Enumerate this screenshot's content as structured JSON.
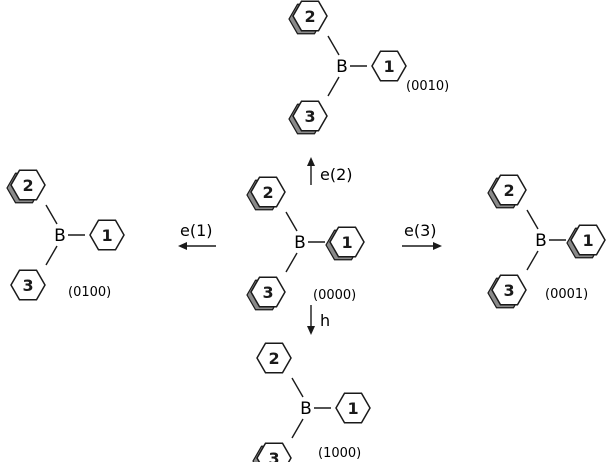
{
  "center_atom": "B",
  "ring_labels": [
    "1",
    "2",
    "3"
  ],
  "structures": [
    {
      "id": "center",
      "code": "(0000)",
      "shaded": {
        "1": true,
        "2": true,
        "3": true
      }
    },
    {
      "id": "top",
      "code": "(0010)",
      "shaded": {
        "1": false,
        "2": true,
        "3": true
      }
    },
    {
      "id": "left",
      "code": "(0100)",
      "shaded": {
        "1": false,
        "2": true,
        "3": false
      }
    },
    {
      "id": "right",
      "code": "(0001)",
      "shaded": {
        "1": true,
        "2": true,
        "3": true
      }
    },
    {
      "id": "bottom",
      "code": "(1000)",
      "shaded": {
        "1": false,
        "2": false,
        "3": true
      }
    }
  ],
  "arrows": [
    {
      "id": "up",
      "label": "e(2)"
    },
    {
      "id": "left",
      "label": "e(1)"
    },
    {
      "id": "right",
      "label": "e(3)"
    },
    {
      "id": "down",
      "label": "h"
    }
  ],
  "colors": {
    "ink": "#1a1a1a",
    "shade": "#8a8a8a",
    "ring_fill": "#ffffff"
  }
}
